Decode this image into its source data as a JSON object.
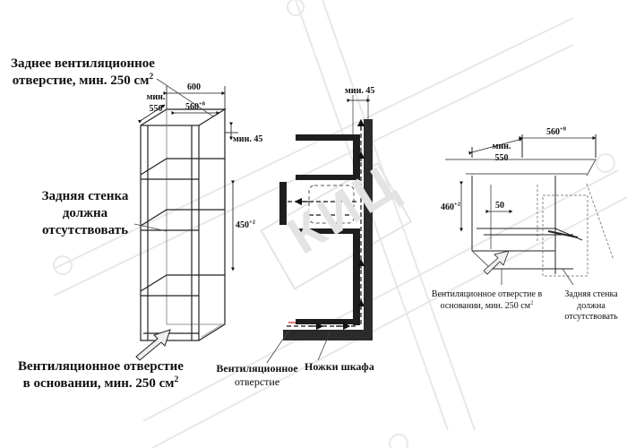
{
  "left_cabinet": {
    "rear_vent_line1": "Заднее вентиляционное",
    "rear_vent_line2": "отверстие, мин. 250 см",
    "rear_vent_sup": "2",
    "back_wall_line1": "Задняя стенка",
    "back_wall_line2": "должна",
    "back_wall_line3": "отсутствовать",
    "base_vent_line1": "Вентиляционное отверстие",
    "base_vent_line2": "в основании, мин. 250 см",
    "base_vent_sup": "2",
    "dim_600": "600",
    "dim_min": "мин.",
    "dim_550": "550",
    "dim_560": "560",
    "dim_560_sup": "+8",
    "dim_min45": "мин. 45",
    "dim_450": "450",
    "dim_450_sup": "+2"
  },
  "middle_section": {
    "dim_min45": "мин. 45",
    "vent_line1": "Вентиляционное",
    "vent_line2": "отверстие",
    "legs": "Ножки шкафа"
  },
  "right_countertop": {
    "dim_min": "мин.",
    "dim_550": "550",
    "dim_560": "560",
    "dim_560_sup": "+8",
    "dim_460": "460",
    "dim_460_sup": "+2",
    "dim_50": "50",
    "base_vent_line1": "Вентиляционное отверстие в",
    "base_vent_line2": "основании, мин. 250 см",
    "base_vent_sup": "2",
    "back_wall_line1": "Задняя стенка",
    "back_wall_line2": "должна",
    "back_wall_line3": "отсутствовать"
  },
  "watermark": {
    "text": "КИЦ",
    "color": "#e6e6e6"
  }
}
